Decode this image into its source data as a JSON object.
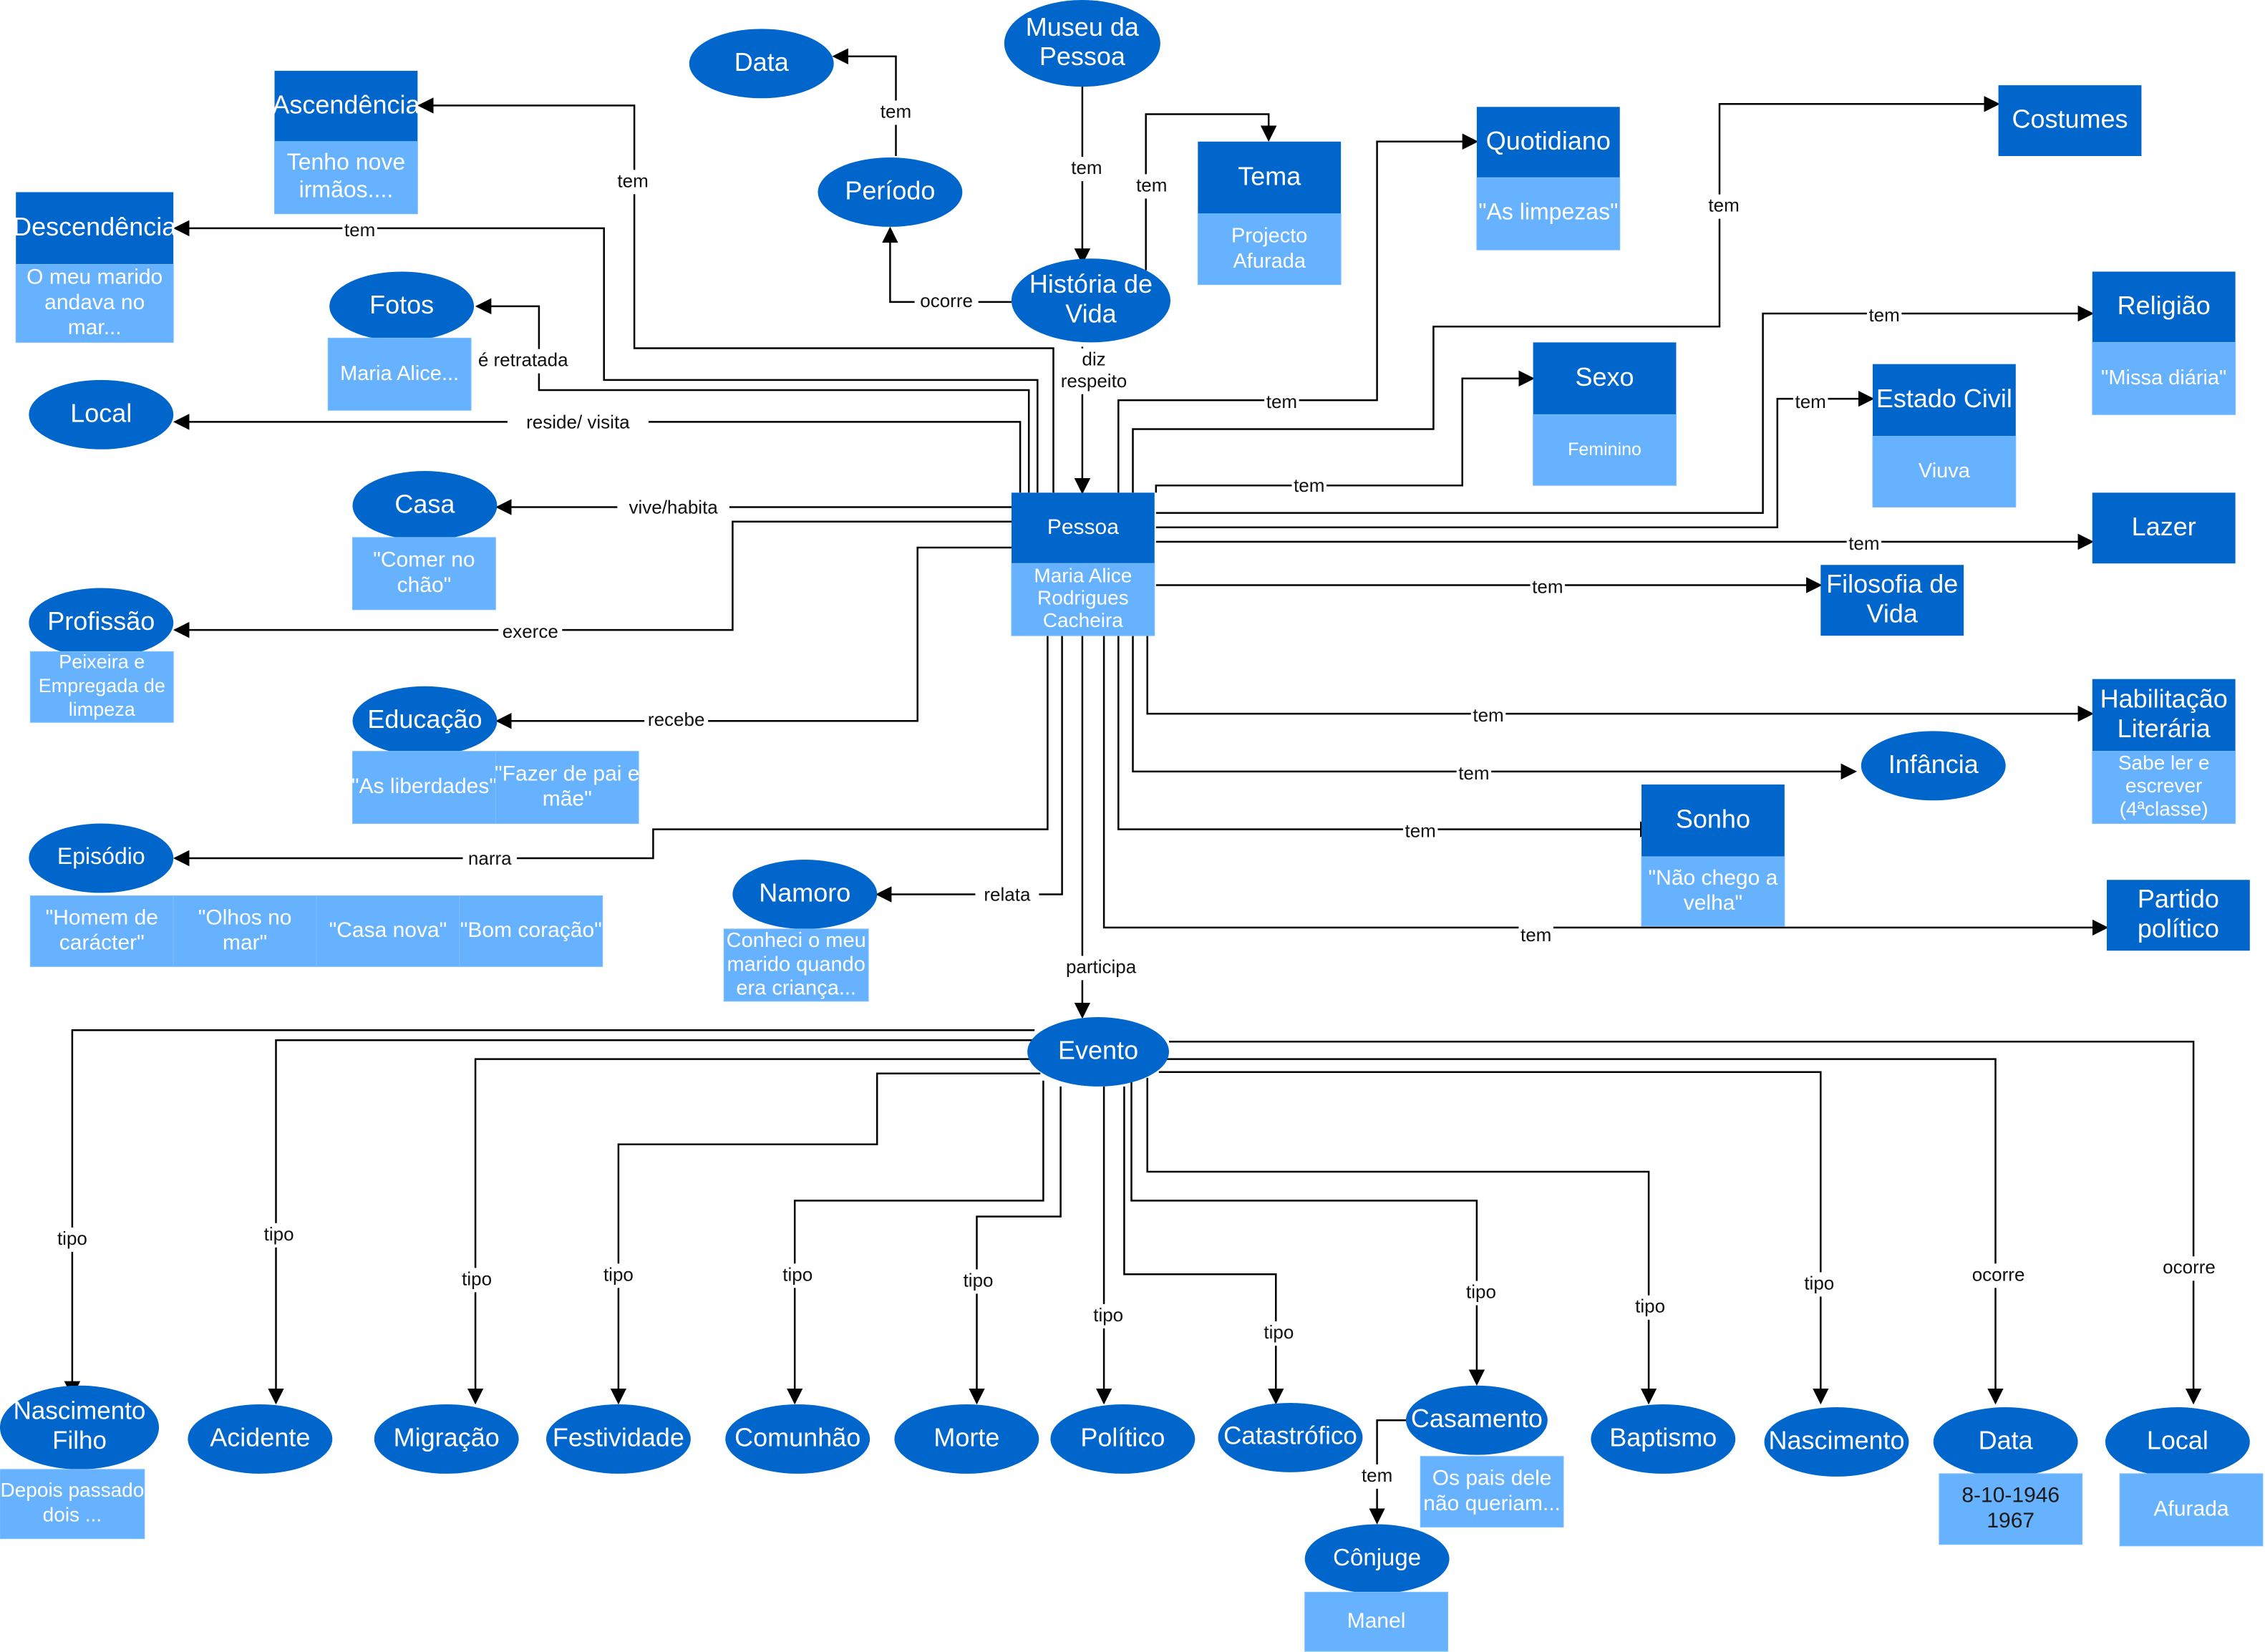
{
  "colors": {
    "primary": "#0066CC",
    "secondary": "#66B2FF",
    "text_on_primary": "#FFFFFF",
    "edge": "#000000"
  },
  "nodes": {
    "pessoa": {
      "title": "Pessoa",
      "detail": [
        "Maria Alice",
        "Rodrigues",
        "Cacheira"
      ]
    },
    "museu": {
      "title": [
        "Museu da",
        "Pessoa"
      ]
    },
    "historia": {
      "title": [
        "História de",
        "Vida"
      ]
    },
    "periodo": {
      "title": "Período"
    },
    "data_top": {
      "title": "Data"
    },
    "tema": {
      "title": "Tema",
      "detail": [
        "Projecto",
        "Afurada"
      ]
    },
    "ascendencia": {
      "title": "Ascendência",
      "detail": [
        "Tenho nove",
        "irmãos...."
      ]
    },
    "descendencia": {
      "title": "Descendência",
      "detail": [
        "O meu marido",
        "andava no",
        "mar..."
      ]
    },
    "fotos": {
      "title": "Fotos",
      "detail": [
        "Maria Alice..."
      ]
    },
    "local_left": {
      "title": "Local"
    },
    "casa": {
      "title": "Casa",
      "detail": [
        "\"Comer no",
        "chão\""
      ]
    },
    "profissao": {
      "title": "Profissão",
      "detail": [
        "Peixeira e",
        "Empregada de",
        "limpeza"
      ]
    },
    "educacao": {
      "title": "Educação",
      "detail_a": [
        "\"As liberdades\""
      ],
      "detail_b": [
        "\"Fazer de pai e",
        "mãe\""
      ]
    },
    "episodio": {
      "title": "Episódio",
      "details": [
        [
          "\"Homem de",
          "carácter\""
        ],
        [
          "\"Olhos no",
          "mar\""
        ],
        [
          "\"Casa nova\""
        ],
        [
          "\"Bom coração\""
        ]
      ]
    },
    "namoro": {
      "title": "Namoro",
      "detail": [
        "Conheci o meu",
        "marido quando",
        "era criança..."
      ]
    },
    "quotidiano": {
      "title": "Quotidiano",
      "detail": [
        "\"As limpezas\""
      ]
    },
    "costumes": {
      "title": "Costumes"
    },
    "sexo": {
      "title": "Sexo",
      "detail": [
        "Feminino"
      ]
    },
    "religiao": {
      "title": "Religião",
      "detail": [
        "\"Missa diária\""
      ]
    },
    "estado_civil": {
      "title": "Estado Civil",
      "detail": [
        "Viuva"
      ]
    },
    "lazer": {
      "title": "Lazer"
    },
    "filosofia": {
      "title": [
        "Filosofia de",
        "Vida"
      ]
    },
    "habilitacao": {
      "title": [
        "Habilitação",
        "Literária"
      ],
      "detail": [
        "Sabe ler e",
        "escrever",
        "(4ªclasse)"
      ]
    },
    "infancia": {
      "title": "Infância"
    },
    "sonho": {
      "title": "Sonho",
      "detail": [
        "\"Não chego a",
        "velha\""
      ]
    },
    "partido": {
      "title": [
        "Partido",
        "político"
      ]
    },
    "evento": {
      "title": "Evento"
    },
    "nascimento_filho": {
      "title": [
        "Nascimento",
        "Filho"
      ],
      "detail": [
        "Depois passado",
        "dois ..."
      ]
    },
    "acidente": {
      "title": "Acidente"
    },
    "migracao": {
      "title": "Migração"
    },
    "festividade": {
      "title": "Festividade"
    },
    "comunhao": {
      "title": "Comunhão"
    },
    "morte": {
      "title": "Morte"
    },
    "politico": {
      "title": "Político"
    },
    "catastrofico": {
      "title": "Catastrófico"
    },
    "casamento": {
      "title": "Casamento",
      "detail": [
        "Os pais dele",
        "não queriam..."
      ]
    },
    "conjuge": {
      "title": "Cônjuge",
      "detail": [
        "Manel"
      ]
    },
    "baptismo": {
      "title": "Baptismo"
    },
    "nascimento": {
      "title": "Nascimento"
    },
    "data_bottom": {
      "title": "Data",
      "detail": [
        "8-10-1946",
        "1967"
      ]
    },
    "local_bottom": {
      "title": "Local",
      "detail": [
        "Afurada"
      ]
    }
  },
  "edge_labels": {
    "museu_historia": "tem",
    "historia_tema": "tem",
    "periodo_data": "tem",
    "historia_periodo": "ocorre",
    "historia_pessoa": [
      "diz",
      "respeito"
    ],
    "ascendencia": "tem",
    "descendencia": "tem",
    "fotos": "é retratada",
    "local": "reside/ visita",
    "casa": "vive/habita",
    "profissao": "exerce",
    "educacao": "recebe",
    "episodio": "narra",
    "namoro": "relata",
    "participa": "participa",
    "quotidiano": "tem",
    "costumes": "tem",
    "sexo": "tem",
    "religiao": "tem",
    "estado_civil": "tem",
    "lazer": "tem",
    "filosofia": "tem",
    "habilitacao": "tem",
    "infancia": "tem",
    "sonho": "tem",
    "partido": "tem",
    "tipo": "tipo",
    "ocorre": "ocorre",
    "conjuge": "tem"
  }
}
